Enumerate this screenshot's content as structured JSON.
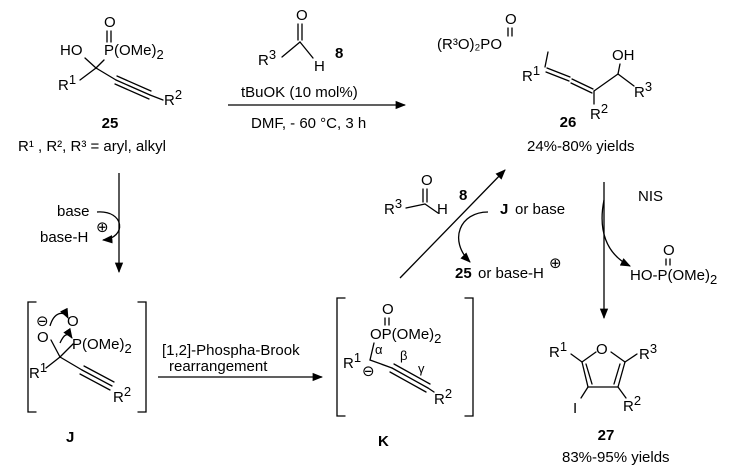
{
  "compound_25": {
    "ho_label": "HO",
    "o_label": "O",
    "p_label": "P(OMe)",
    "p_sub": "2",
    "r1_label": "R",
    "r1_sup": "1",
    "r2_label": "R",
    "r2_sup": "2",
    "number": "25",
    "substituents": "R¹ , R², R³ = aryl, alkyl"
  },
  "reagent_top": {
    "r3_label": "R",
    "r3_sup": "3",
    "o_label": "O",
    "h_label": "H",
    "number": "8",
    "catalyst": "tBuOK (10 mol%)",
    "conditions": "DMF, - 60 °C, 3 h"
  },
  "compound_26": {
    "po_label": "(R³O)₂PO",
    "o_top": "O",
    "oh_label": "OH",
    "r1_label": "R",
    "r1_sup": "1",
    "r2_label": "R",
    "r2_sup": "2",
    "r3_label": "R",
    "r3_sup": "3",
    "number": "26",
    "yield": "24%-80% yields"
  },
  "left_arrow": {
    "base_label": "base",
    "baseh_label": "base-H",
    "plus": "⊕"
  },
  "intermediate_J": {
    "minus": "⊖",
    "o_label": "O",
    "o_top": "O",
    "p_label": "P(OMe)",
    "p_sub": "2",
    "r1_label": "R",
    "r1_sup": "1",
    "r2_label": "R",
    "r2_sup": "2",
    "label": "J"
  },
  "middle_arrow": {
    "line1": "[1,2]-Phospha-Brook",
    "line2": "rearrangement"
  },
  "intermediate_K": {
    "o_top": "O",
    "op_label": "OP(OMe)",
    "p_sub": "2",
    "r1_label": "R",
    "r1_sup": "1",
    "minus": "⊖",
    "alpha": "α",
    "beta": "β",
    "gamma": "γ",
    "r2_label": "R",
    "r2_sup": "2",
    "label": "K"
  },
  "diagonal_step": {
    "r3_label": "R",
    "r3_sup": "3",
    "o_label": "O",
    "h_label": "H",
    "number": "8",
    "j_label": "J",
    "or_base": "or base",
    "regen_num": "25",
    "regen_text": "or base-H",
    "plus": "⊕"
  },
  "right_arrow": {
    "nis_label": "NIS",
    "byproduct_o": "O",
    "byproduct": "HO-P(OMe)",
    "byproduct_sub": "2"
  },
  "compound_27": {
    "o_label": "O",
    "r1_label": "R",
    "r1_sup": "1",
    "r3_label": "R",
    "r3_sup": "3",
    "i_label": "I",
    "r2_label": "R",
    "r2_sup": "2",
    "number": "27",
    "yield": "83%-95% yields"
  }
}
